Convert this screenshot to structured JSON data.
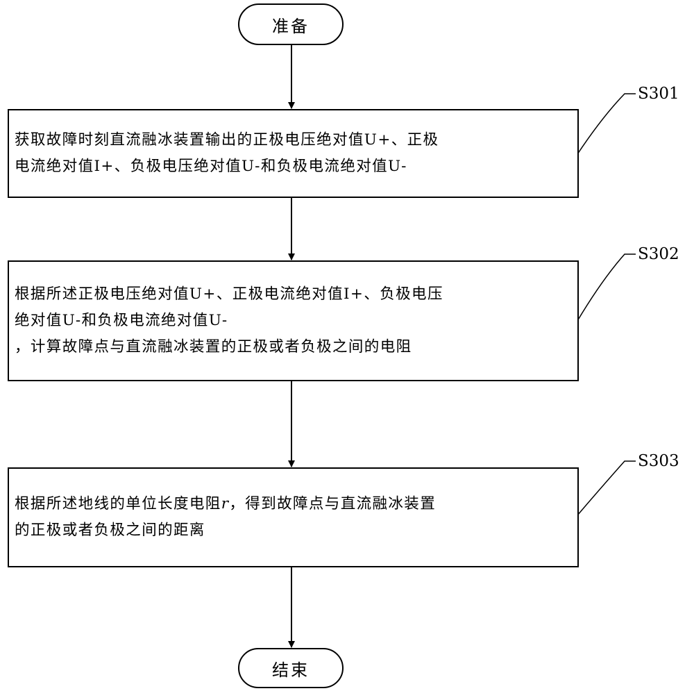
{
  "start": {
    "label": "准备"
  },
  "end": {
    "label": "结束"
  },
  "steps": [
    {
      "id": "S301",
      "lines": [
        "获取故障时刻直流融冰装置输出的正极电压绝对值U+、正极",
        "电流绝对值I+、负极电压绝对值U-和负极电流绝对值U-"
      ]
    },
    {
      "id": "S302",
      "lines": [
        "根据所述正极电压绝对值U+、正极电流绝对值I+、负极电压",
        "绝对值U-和负极电流绝对值U-",
        "，计算故障点与直流融冰装置的正极或者负极之间的电阻"
      ]
    },
    {
      "id": "S303",
      "lines": [
        "根据所述地线的单位长度电阻r，得到故障点与直流融冰装置",
        "的正极或者负极之间的距离"
      ]
    }
  ]
}
